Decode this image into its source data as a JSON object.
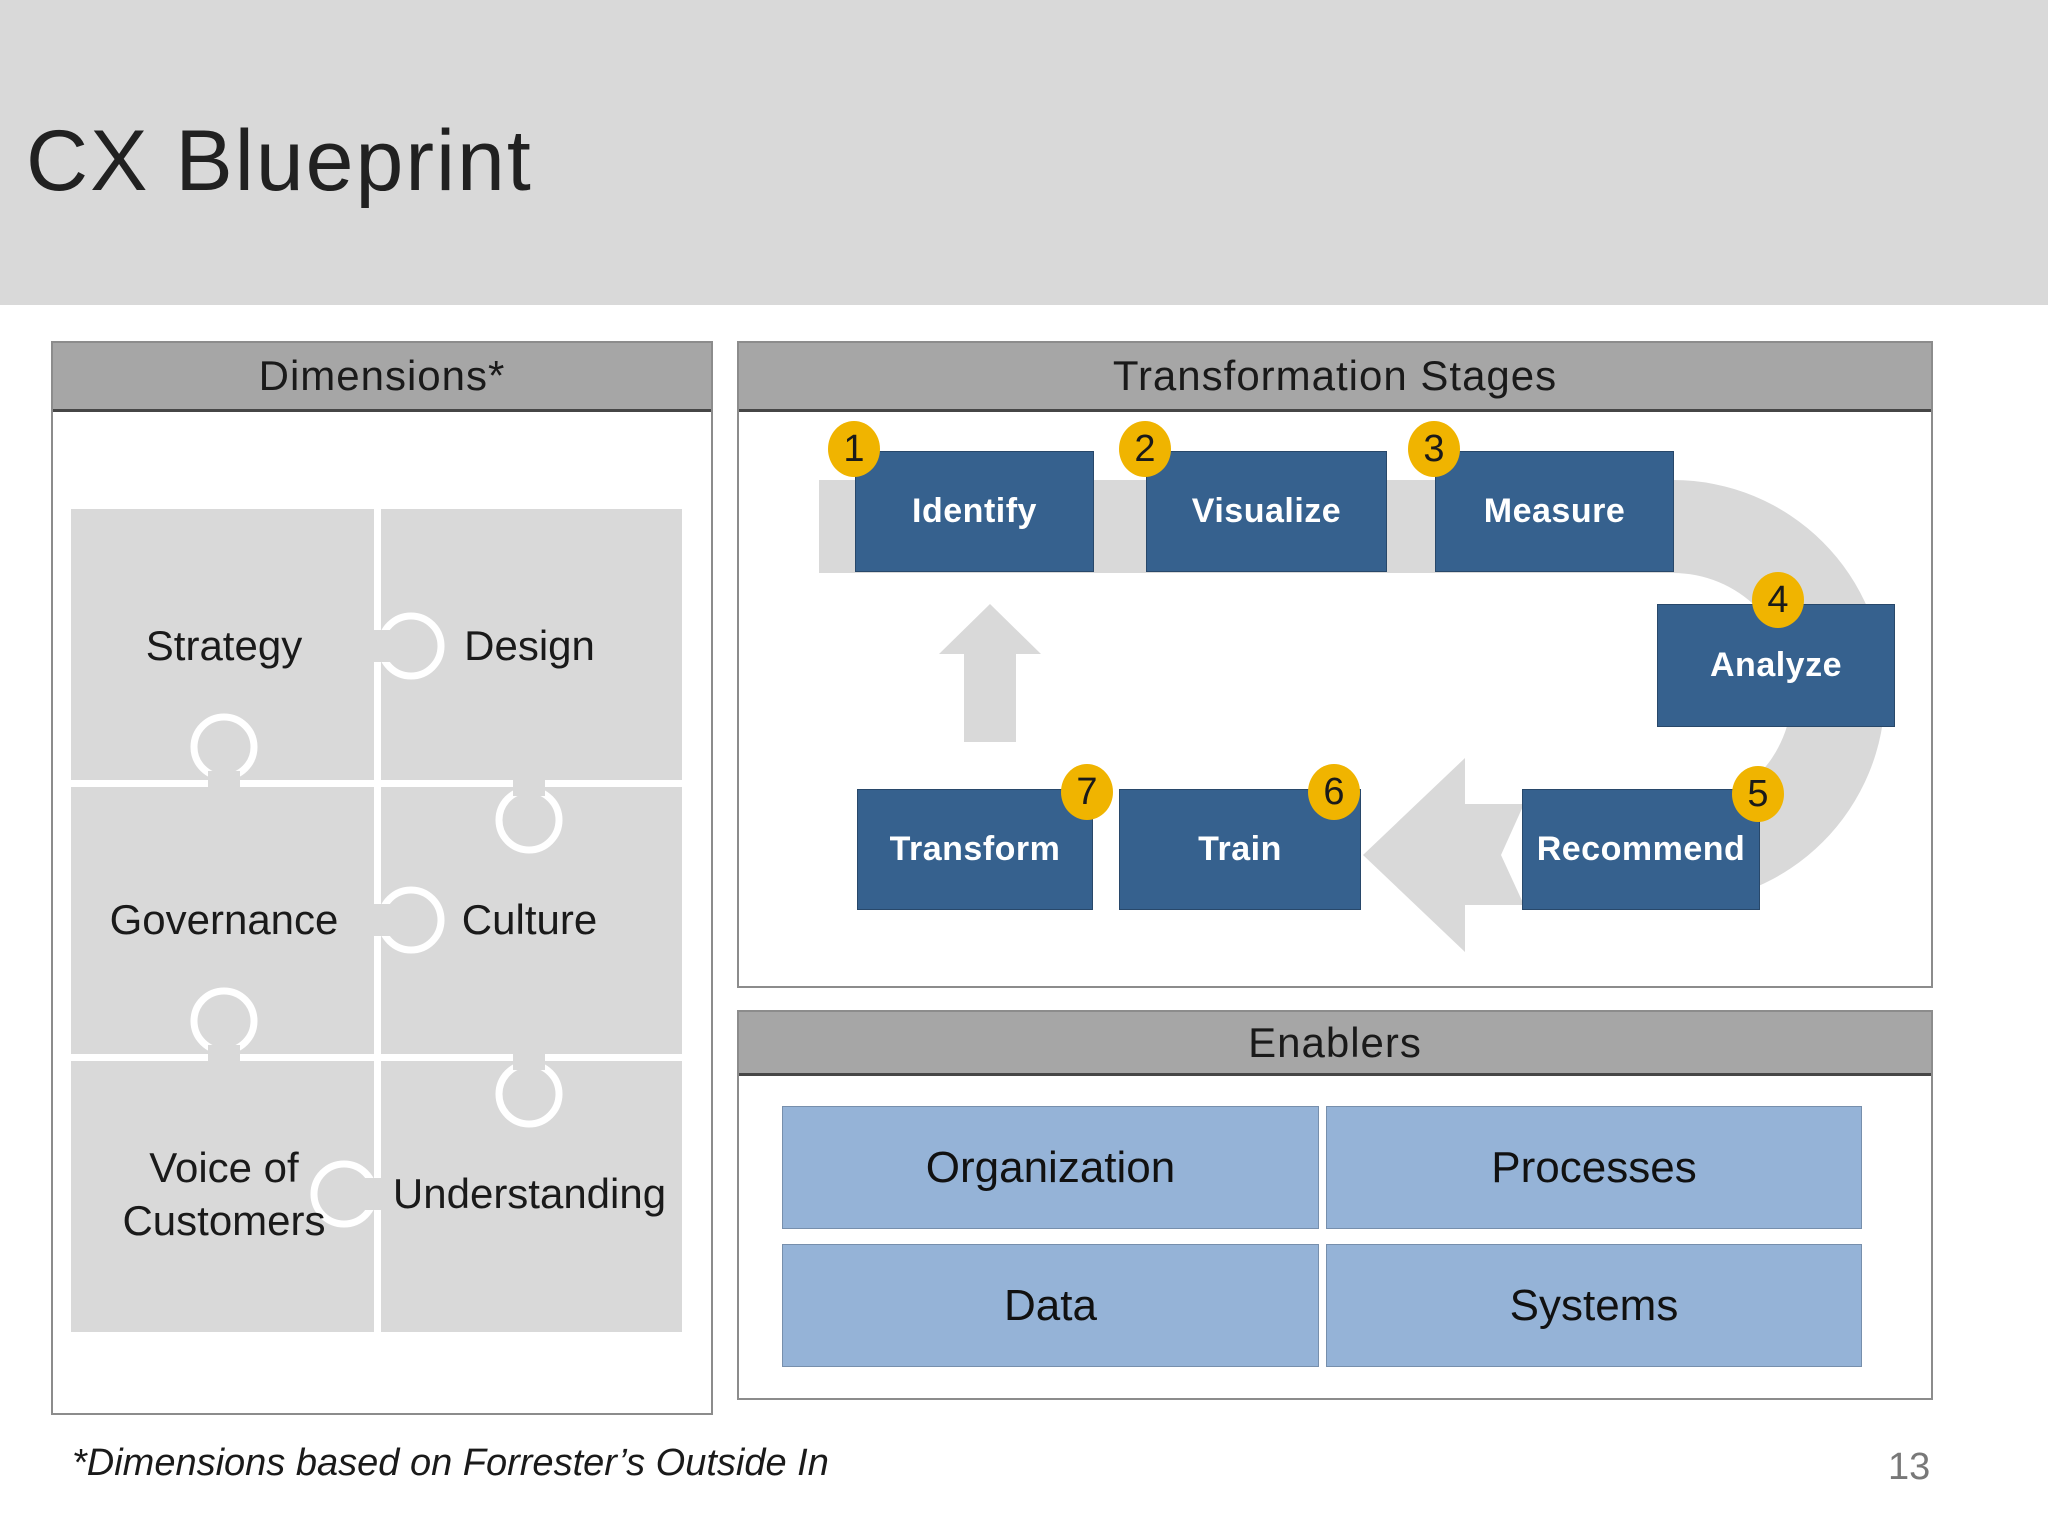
{
  "slide": {
    "title": "CX Blueprint",
    "footnote": "*Dimensions based on Forrester’s Outside In",
    "page_number": "13"
  },
  "dimensions_panel": {
    "header": "Dimensions*",
    "pieces": [
      "Strategy",
      "Design",
      "Governance",
      "Culture",
      "Voice of Customers",
      "Understanding"
    ]
  },
  "stages_panel": {
    "header": "Transformation Stages",
    "stages": [
      {
        "number": "1",
        "label": "Identify"
      },
      {
        "number": "2",
        "label": "Visualize"
      },
      {
        "number": "3",
        "label": "Measure"
      },
      {
        "number": "4",
        "label": "Analyze"
      },
      {
        "number": "5",
        "label": "Recommend"
      },
      {
        "number": "6",
        "label": "Train"
      },
      {
        "number": "7",
        "label": "Transform"
      }
    ]
  },
  "enablers_panel": {
    "header": "Enablers",
    "items": [
      "Organization",
      "Processes",
      "Data",
      "Systems"
    ]
  },
  "colors": {
    "stage_box_blue": "#36618E",
    "badge_yellow": "#F0B400",
    "enabler_blue": "#95B3D7",
    "flow_gray": "#D9D9D9",
    "panel_header_gray": "#A6A6A6",
    "title_band_gray": "#D9D9D9",
    "page_number_gray": "#787878"
  }
}
